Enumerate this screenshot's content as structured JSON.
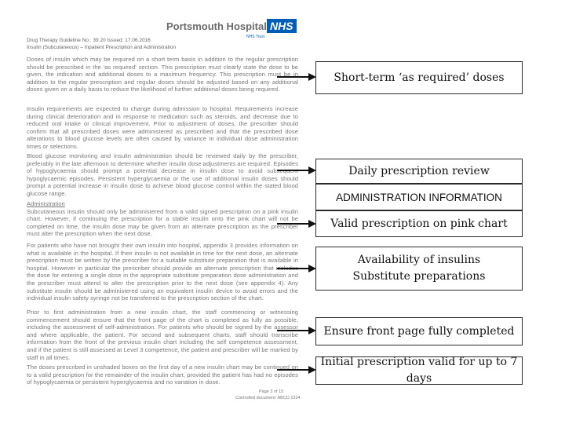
{
  "doc": {
    "logo_text": "Portsmouth Hospitals",
    "logo_nhs": "NHS",
    "logo_trust": "NHS Trust",
    "meta_line1": "Drug Therapy Guideline No.: 39.20     Issued: 17.06.2016",
    "meta_line2": "Insulin (Subcutaneous) – Inpatient Prescription and Administration",
    "para1": "Doses of insulin which may be required on a short term basis in addition to the regular prescription should be prescribed in the 'as required' section. This prescription must clearly state the dose to be given, the indication and additional doses to a maximum frequency. This prescription must be in addition to the regular prescription and regular doses should be adjusted based on any additional doses given on a daily basis to reduce the likelihood of further additional doses being required.",
    "para2": "Insulin requirements are expected to change during admission to hospital. Requirements increase during clinical deterioration and in response to medication such as steroids, and decrease due to reduced oral intake or clinical improvement. Prior to adjustment of doses, the prescriber should confirm that all prescribed doses were administered as prescribed and that the prescribed dose alterations to blood glucose levels are often caused by variance in individual dose administration times or selections.",
    "para3": "Blood glucose monitoring and insulin administration should be reviewed daily by the prescriber, preferably in the late afternoon to determine whether insulin dose adjustments are required. Episodes of hypoglycaemia should prompt a potential decrease in insulin dose to avoid subsequent hypoglycaemic episodes. Persistent hyperglycaemia or the use of additional insulin doses should prompt a potential increase in insulin dose to achieve blood glucose control within the stated blood glucose range.",
    "para4_heading": "Administration",
    "para4": "Subcutaneous insulin should only be administered from a valid signed prescription on a pink insulin chart. However, if continuing the prescription for a stable insulin onto the pink chart will not be completed on time, the insulin dose may be given from an alternate prescription as the prescriber must alter the prescription when the next dose.",
    "para5": "For patients who have not brought their own insulin into hospital, appendix 3 provides information on what is available in the hospital. If their insulin is not available in time for the next dose, an alternate prescription must be written by the prescriber for a suitable substitute preparation that is available in hospital. However in particular the prescriber should provide an alternate prescription that includes the dose for entering a single dose in the appropriate substitute preparation dose administration and the prescriber must attend to alter the prescription prior to the next dose (see appendix 4). Any substitute insulin should be administered using an equivalent insulin device to avoid errors and the individual insulin safety syringe not be transferred to the prescription section of the chart.",
    "para6": "Prior to first administration from a new insulin chart, the staff commencing or witnessing commencement should ensure that the front page of the chart is completed as fully as possible, including the assessment of self-administration. For patients who should be signed by the assessor and where applicable, the patient. For second and subsequent charts, staff should transcribe information from the front of the previous insulin chart including the self competence assessment, and if the patient is still assessed at Level 3 competence, the patient and prescriber will be marked by staff in all times.",
    "para7": "The doses prescribed in unshaded boxes on the first day of a new insulin chart may be continued on to a valid prescription for the remainder of the insulin chart, provided the patient has had no episodes of hypoglycaemia or persistent hyperglycaemia and no variation in dose.",
    "footer1": "Page 3 of 15",
    "footer2": "Controlled document: ABCD 1234"
  },
  "callouts": [
    "Short-term ‘as required’ doses",
    "Daily prescription review",
    "ADMINISTRATION INFORMATION",
    "Valid prescription on pink chart",
    "Availability of insulins Substitute preparations",
    "Ensure front page fully completed",
    "Initial prescription valid for up to 7 days"
  ],
  "callout_lines": {
    "c4_line1": "Availability of insulins",
    "c4_line2": "Substitute preparations"
  }
}
